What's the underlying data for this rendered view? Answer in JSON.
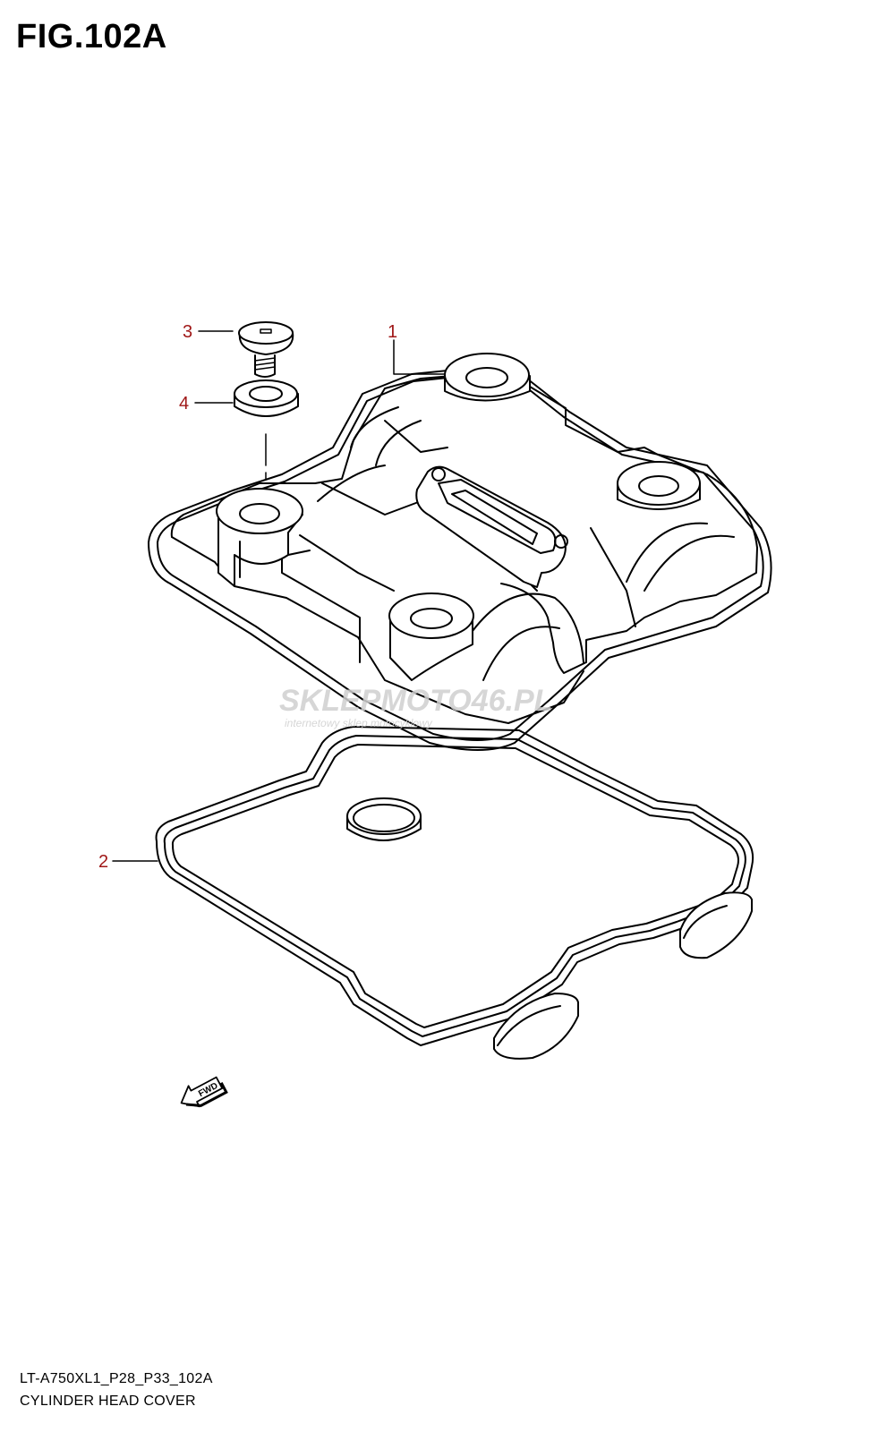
{
  "figure": {
    "title": "FIG.102A"
  },
  "callouts": [
    {
      "number": "1",
      "part": "cylinder-head-cover"
    },
    {
      "number": "2",
      "part": "cylinder-head-cover-gasket"
    },
    {
      "number": "3",
      "part": "bolt"
    },
    {
      "number": "4",
      "part": "washer"
    }
  ],
  "watermark": {
    "main": "SKLEPMOTO46.PL",
    "sub": "internetowy sklep motocyklowy"
  },
  "fwd_label": "FWD",
  "footer": {
    "code": "LT-A750XL1_P28_P33_102A",
    "name": "CYLINDER HEAD COVER"
  },
  "colors": {
    "callout": "#a01818",
    "line": "#000000",
    "watermark": "#cfcfcf"
  },
  "icons": [
    "fwd-arrow-icon"
  ]
}
